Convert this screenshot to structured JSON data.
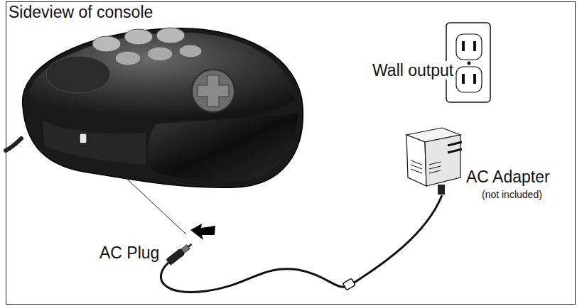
{
  "diagram": {
    "labels": [
      "Sideview of console",
      "Wall output",
      "AC Adapter",
      "(not included)",
      "AC Plug"
    ]
  }
}
